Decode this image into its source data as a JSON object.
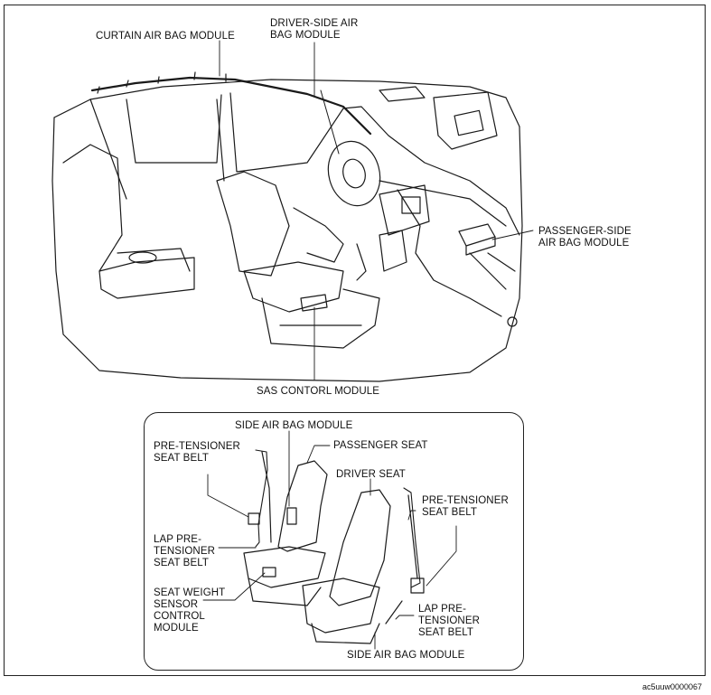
{
  "labels": {
    "curtain_airbag": "CURTAIN AIR BAG MODULE",
    "driver_airbag_1": "DRIVER-SIDE AIR",
    "driver_airbag_2": "BAG MODULE",
    "passenger_airbag_1": "PASSENGER-SIDE",
    "passenger_airbag_2": "AIR BAG MODULE",
    "sas_module": "SAS CONTORL MODULE",
    "side_airbag_top": "SIDE AIR BAG MODULE",
    "pretensioner_left_1": "PRE-TENSIONER",
    "pretensioner_left_2": "SEAT BELT",
    "passenger_seat": "PASSENGER SEAT",
    "driver_seat": "DRIVER SEAT",
    "pretensioner_right_1": "PRE-TENSIONER",
    "pretensioner_right_2": "SEAT BELT",
    "lap_left_1": "LAP PRE-",
    "lap_left_2": "TENSIONER",
    "lap_left_3": "SEAT BELT",
    "weight_sensor_1": "SEAT WEIGHT",
    "weight_sensor_2": "SENSOR",
    "weight_sensor_3": "CONTROL",
    "weight_sensor_4": "MODULE",
    "lap_right_1": "LAP PRE-",
    "lap_right_2": "TENSIONER",
    "lap_right_3": "SEAT BELT",
    "side_airbag_bottom": "SIDE AIR BAG MODULE"
  },
  "figure_code": "ac5uuw0000067"
}
